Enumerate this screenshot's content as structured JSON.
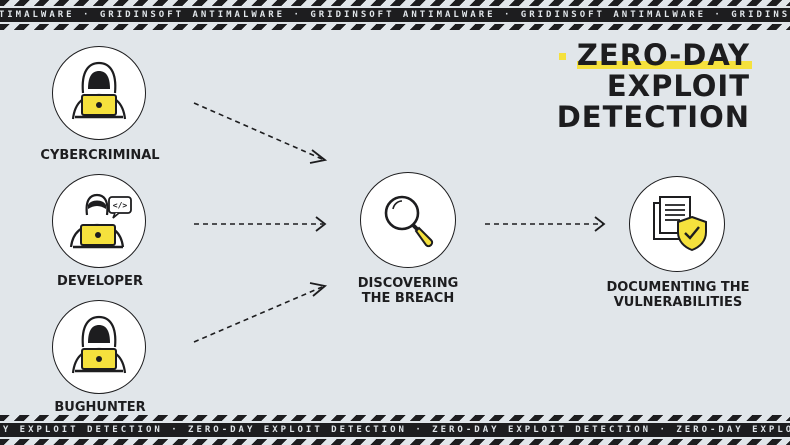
{
  "title": {
    "line1": "ZERO-DAY",
    "line2": "EXPLOIT",
    "line3": "DETECTION"
  },
  "banner_top": "ANTIMALWARE · GRIDINSOFT ANTIMALWARE · GRIDINSOFT ANTIMALWARE · GRIDINSOFT ANTIMALWARE · GRIDINSOFT ANTIMALWARE",
  "banner_bottom": "DAY EXPLOIT DETECTION · ZERO-DAY EXPLOIT DETECTION · ZERO-DAY EXPLOIT DETECTION · ZERO-DAY EXPLOIT DETECTION · ZERO-DAY EXPLOIT",
  "sources": [
    {
      "label": "CYBERCRIMINAL",
      "icon": "hooded-hacker-laptop-icon"
    },
    {
      "label": "DEVELOPER",
      "icon": "developer-laptop-code-icon"
    },
    {
      "label": "BUGHUNTER",
      "icon": "hooded-hacker-laptop-icon"
    }
  ],
  "discover": {
    "line1": "DISCOVERING",
    "line2": "THE BREACH",
    "icon": "magnifier-icon"
  },
  "document": {
    "line1": "DOCUMENTING THE",
    "line2": "VULNERABILITIES",
    "icon": "documents-shield-icon"
  },
  "colors": {
    "accent": "#f5e13d",
    "ink": "#1d1d1f",
    "background": "#e1e6ea"
  }
}
